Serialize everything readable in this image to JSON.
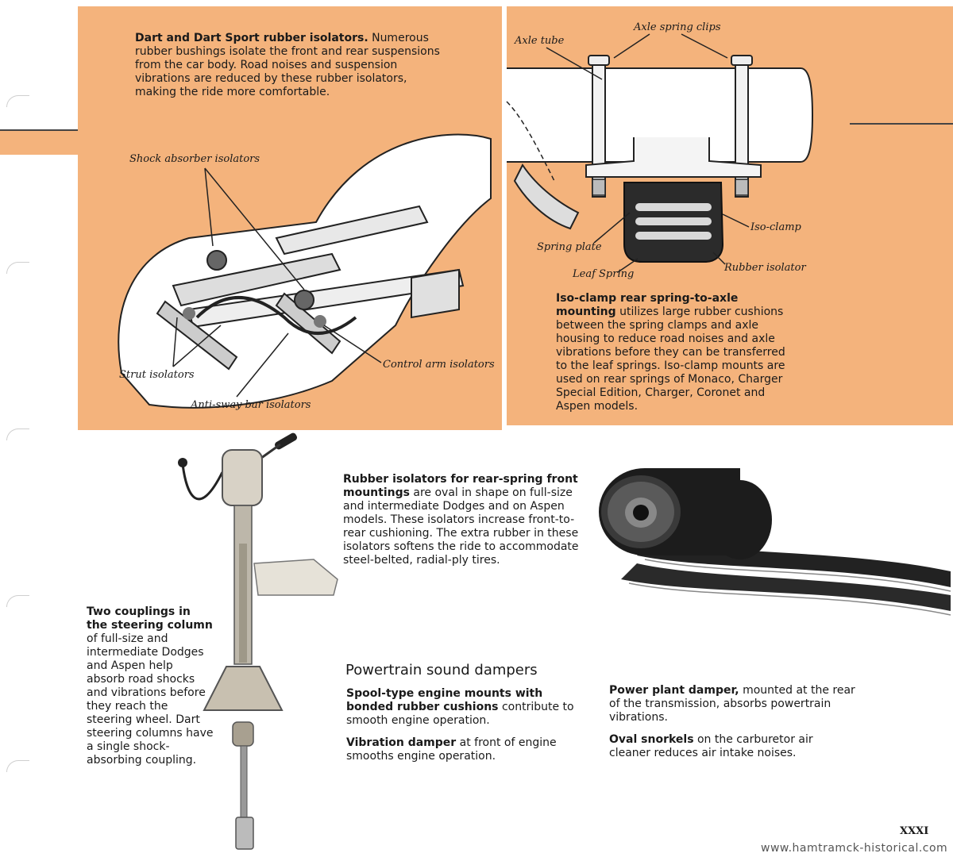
{
  "left_panel": {
    "heading_bold": "Dart and Dart Sport rubber isolators.",
    "heading_text": " Numerous rubber bushings isolate the front and rear suspensions from the car body. Road noises and suspension vibrations are reduced by these rubber isolators, making the ride more comfortable.",
    "labels": {
      "shock": "Shock absorber isolators",
      "strut": "Strut isolators",
      "antisway": "Anti-sway bar isolators",
      "control": "Control arm isolators"
    }
  },
  "right_panel": {
    "labels": {
      "clips": "Axle spring clips",
      "tube": "Axle tube",
      "isoclamp": "Iso-clamp",
      "spring_plate": "Spring plate",
      "rubber": "Rubber isolator",
      "leaf": "Leaf Spring"
    },
    "caption_bold": "Iso-clamp rear spring-to-axle mounting",
    "caption_text": " utilizes large rubber cushions between the spring clamps and axle housing to reduce road noises and axle vibrations before they can be transferred to the leaf springs. Iso-clamp mounts are used on rear springs of Monaco, Charger Special Edition, Charger, Coronet and Aspen models."
  },
  "rear_spring": {
    "bold": "Rubber isolators for rear-spring front mountings",
    "text": " are oval in shape on full-size and intermediate Dodges and on Aspen models. These isolators increase front-to-rear cushioning. The extra rubber in these isolators softens the ride to accommodate steel-belted, radial-ply tires."
  },
  "steering": {
    "bold": "Two couplings in the steering column",
    "text": " of full-size and intermediate Dodges and Aspen help absorb road shocks and vibrations before they reach the steering wheel. Dart steering columns have a single shock-absorbing coupling."
  },
  "powertrain": {
    "title": "Powertrain sound dampers",
    "spool_bold": "Spool-type engine mounts with bonded rubber cushions",
    "spool_text": " contribute to smooth engine operation.",
    "vibration_bold": "Vibration damper",
    "vibration_text": " at front of engine smooths engine operation.",
    "plant_bold": "Power plant damper,",
    "plant_text": " mounted at the rear of the transmission, absorbs powertrain vibrations.",
    "oval_bold": "Oval snorkels",
    "oval_text": " on the carburetor air cleaner reduces air intake noises."
  },
  "page_number": "XXXI",
  "watermark": "www.hamtramck-historical.com",
  "colors": {
    "panel": "#f4b37c"
  }
}
